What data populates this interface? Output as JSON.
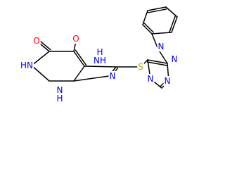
{
  "molecule": {
    "colors": {
      "bond": "#000000",
      "O": "#ff0000",
      "N": "#0000ff",
      "S": "#b2b200",
      "background": "#ffffff"
    },
    "atom_labels": {
      "O_top": "O",
      "NH_imid": "NH",
      "H_imid": "H",
      "N_imid": "N",
      "S": "S",
      "N1_tet": "N",
      "N2_tet": "N",
      "N3_tet": "N",
      "N4_tet": "N",
      "HN_left": "HN",
      "O_left": "O",
      "N_bot": "N",
      "H_bot": "H"
    }
  }
}
